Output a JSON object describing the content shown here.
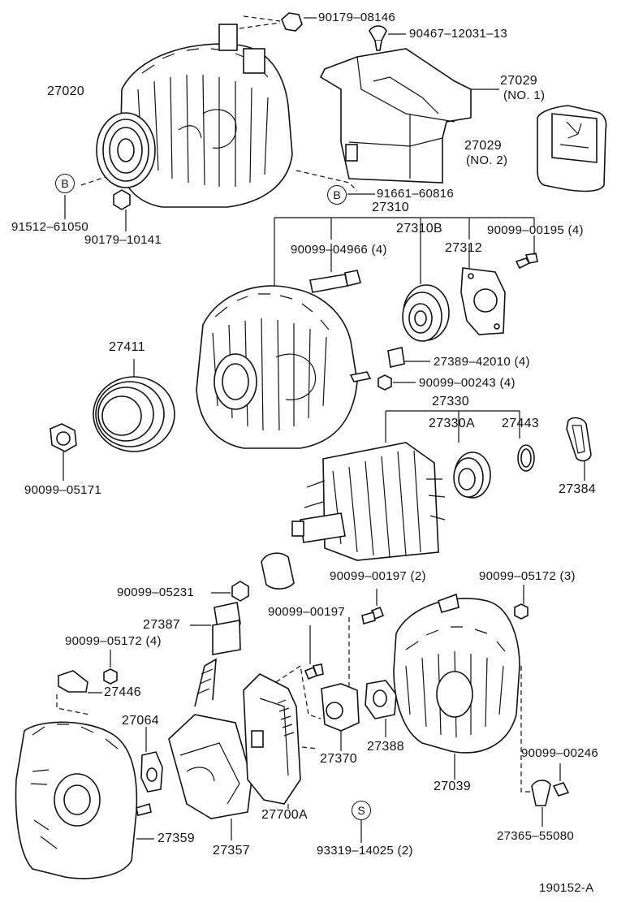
{
  "diagram": {
    "drawing_code": "190152-A",
    "callouts": [
      {
        "id": "c-b1",
        "text": "B"
      },
      {
        "id": "c-b2",
        "text": "B"
      },
      {
        "id": "c-s",
        "text": "S"
      }
    ],
    "labels": [
      {
        "id": "p-27020",
        "text": "27020"
      },
      {
        "id": "p-90179-08146",
        "text": "90179–08146"
      },
      {
        "id": "p-90467",
        "text": "90467–12031–13"
      },
      {
        "id": "p-27029a",
        "text": "27029"
      },
      {
        "id": "p-no1",
        "text": "(NO. 1)"
      },
      {
        "id": "p-27029b",
        "text": "27029"
      },
      {
        "id": "p-no2",
        "text": "(NO. 2)"
      },
      {
        "id": "p-91512",
        "text": "91512–61050"
      },
      {
        "id": "p-90179-10141",
        "text": "90179–10141"
      },
      {
        "id": "p-91661",
        "text": "91661–60816"
      },
      {
        "id": "p-27310",
        "text": "27310"
      },
      {
        "id": "p-27310b",
        "text": "27310B"
      },
      {
        "id": "p-90099-00195",
        "text": "90099–00195 (4)"
      },
      {
        "id": "p-90099-04966",
        "text": "90099–04966 (4)"
      },
      {
        "id": "p-27312",
        "text": "27312"
      },
      {
        "id": "p-27411",
        "text": "27411"
      },
      {
        "id": "p-27389",
        "text": "27389–42010 (4)"
      },
      {
        "id": "p-90099-00243",
        "text": "90099–00243 (4)"
      },
      {
        "id": "p-27330",
        "text": "27330"
      },
      {
        "id": "p-27330a",
        "text": "27330A"
      },
      {
        "id": "p-27443",
        "text": "27443"
      },
      {
        "id": "p-90099-05171",
        "text": "90099–05171"
      },
      {
        "id": "p-27384",
        "text": "27384"
      },
      {
        "id": "p-90099-00197-2",
        "text": "90099–00197 (2)"
      },
      {
        "id": "p-90099-05172-3",
        "text": "90099–05172 (3)"
      },
      {
        "id": "p-90099-05231",
        "text": "90099–05231"
      },
      {
        "id": "p-27387",
        "text": "27387"
      },
      {
        "id": "p-90099-00197",
        "text": "90099–00197"
      },
      {
        "id": "p-90099-05172-4",
        "text": "90099–05172 (4)"
      },
      {
        "id": "p-27446",
        "text": "27446"
      },
      {
        "id": "p-27064",
        "text": "27064"
      },
      {
        "id": "p-27370",
        "text": "27370"
      },
      {
        "id": "p-27388",
        "text": "27388"
      },
      {
        "id": "p-27039",
        "text": "27039"
      },
      {
        "id": "p-90099-00246",
        "text": "90099–00246"
      },
      {
        "id": "p-27359",
        "text": "27359"
      },
      {
        "id": "p-27357",
        "text": "27357"
      },
      {
        "id": "p-27700a",
        "text": "27700A"
      },
      {
        "id": "p-93319",
        "text": "93319–14025 (2)"
      },
      {
        "id": "p-27365",
        "text": "27365–55080"
      }
    ]
  }
}
